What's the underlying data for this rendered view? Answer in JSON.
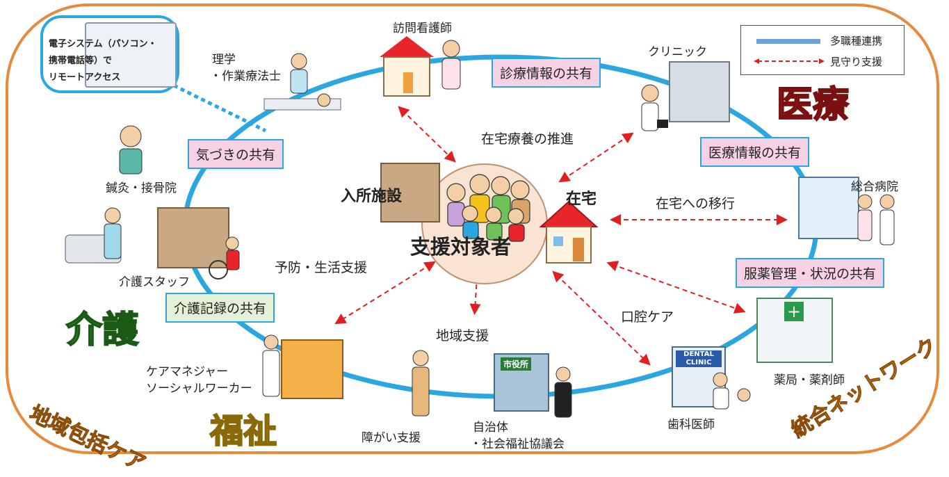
{
  "legend": {
    "collab_label": "多職種連携",
    "watch_label": "見守り支援"
  },
  "remote": {
    "line1": "電子システム（パソコン・",
    "line2": "携帯電話等）で",
    "line3": "リモートアクセス"
  },
  "center": {
    "subject": "支援対象者",
    "facility": "入所施設",
    "home": "在宅"
  },
  "nodes": {
    "visiting_nurse": "訪問看護師",
    "clinic": "クリニック",
    "therapist_l1": "理学",
    "therapist_l2": "・作業療法士",
    "acupuncture": "鍼灸・接骨院",
    "care_staff": "介護スタッフ",
    "general_hospital": "総合病院",
    "pharmacy": "薬局・薬剤師",
    "dentist": "歯科医師",
    "care_manager": "ケアマネジャー",
    "social_worker": "ソーシャルワーカー",
    "disability_support": "障がい支援",
    "municipality": "自治体",
    "council": "・社会福祉協議会",
    "city_hall_sign": "市役所",
    "dental_sign1": "DENTAL",
    "dental_sign2": "CLINIC"
  },
  "boxes": {
    "diagnosis_share": "診療情報の共有",
    "medical_info_share": "医療情報の共有",
    "medication_share": "服薬管理・状況の共有",
    "awareness_share": "気づきの共有",
    "care_record_share": "介護記録の共有"
  },
  "arrows": {
    "home_care_promotion": "在宅療養の推進",
    "transition_home": "在宅への移行",
    "prevention": "予防・生活支援",
    "community_support": "地域支援",
    "oral_care": "口腔ケア"
  },
  "domains": {
    "medical": "医療",
    "nursing": "介護",
    "welfare": "福祉",
    "integrated_network": "統合ネットワーク",
    "community_care": "地域包括ケア"
  },
  "colors": {
    "frame": "#e88a3c",
    "network_ring": "#2aa7e0",
    "arrow": "#e02020",
    "medical": "#e8262a",
    "nursing": "#3aa534",
    "welfare": "#f4c21a",
    "network_text": "#f5a316"
  }
}
